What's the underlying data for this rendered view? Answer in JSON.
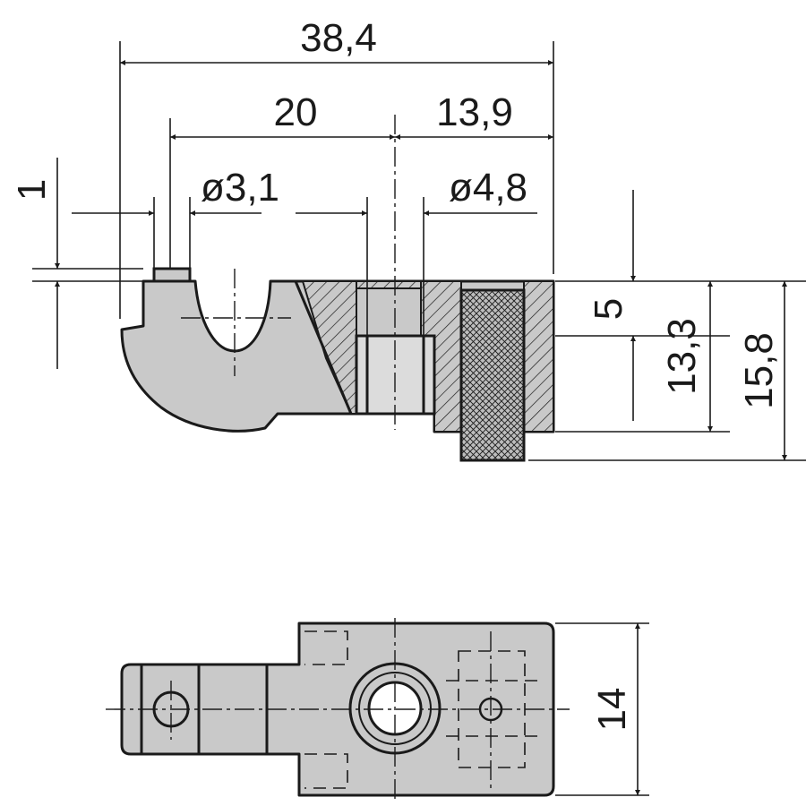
{
  "drawing": {
    "side_view": {
      "dim_overall_length": "38,4",
      "dim_center_distance": "20",
      "dim_right_section": "13,9",
      "dim_small_bore": "ø3,1",
      "dim_large_bore": "ø4,8",
      "dim_step": "1",
      "dim_thread_height": "5",
      "dim_height_body": "13,3",
      "dim_height_total": "15,8"
    },
    "top_view": {
      "dim_width": "14"
    },
    "colors": {
      "part_fill": "#c9c9c9",
      "line": "#1a1a1a",
      "background": "#ffffff"
    }
  }
}
